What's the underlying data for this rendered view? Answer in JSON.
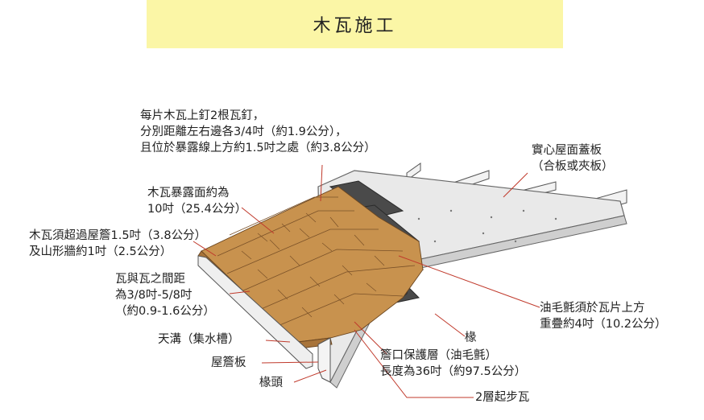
{
  "title": "木瓦施工",
  "labels": {
    "nails_1": "每片木瓦上釘2根瓦釘，",
    "nails_2": "分別距離左右邊各3/4吋（約1.9公分），",
    "nails_3": "且位於暴露線上方約1.5吋之處（約3.8公分）",
    "exposure_1": "木瓦暴露面約為",
    "exposure_2": "10吋（25.4公分）",
    "overhang_1": "木瓦須超過屋簷1.5吋（3.8公分）",
    "overhang_2": "及山形牆約1吋（2.5公分）",
    "spacing_1": "瓦與瓦之間距",
    "spacing_2": "為3/8吋-5/8吋",
    "spacing_3": "（約0.9-1.6公分）",
    "gutter": "天溝（集水槽）",
    "fascia": "屋簷板",
    "rafter_tail": "椽頭",
    "deck_1": "實心屋面蓋板",
    "deck_2": "（合板或夾板）",
    "felt_1": "油毛氈須於瓦片上方",
    "felt_2": "重疊約4吋（10.2公分）",
    "rafter": "椽",
    "eave_1": "簷口保護層（油毛氈）",
    "eave_2": "長度為36吋（約97.5公分）",
    "starter": "2層起步瓦"
  },
  "colors": {
    "title_bg": "#fbf6a6",
    "shingle": "#c8924e",
    "felt": "#4a4a4a",
    "deck": "#e9e9e9",
    "leader": "#c0392b"
  }
}
